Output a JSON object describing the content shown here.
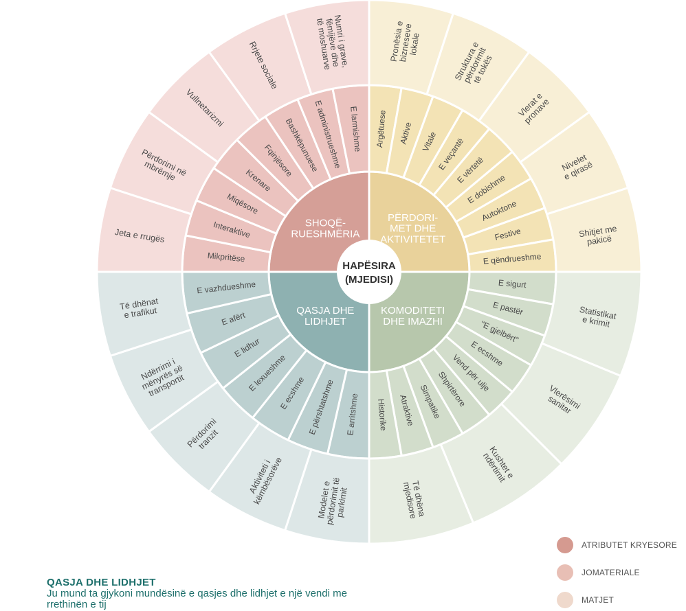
{
  "center": {
    "line1": "HAPËSIRA",
    "line2": "(MJEDISI)"
  },
  "quadrants": [
    {
      "id": "shoqerueshmeria",
      "start": 270,
      "end": 360,
      "colors": {
        "core": "#d59f97",
        "mid": "#ebc3bf",
        "outer": "#f5dddb"
      },
      "core": [
        "SHOQË-",
        "RUESHMËRIA"
      ],
      "middle": [
        "Mikpritëse",
        "Interaktive",
        "Miqësore",
        "Krenare",
        "Fqinjësore",
        "Bashkëpunuese",
        "E administrueshme",
        "E larmishme"
      ],
      "outer": [
        [
          "Jeta e rrugës"
        ],
        [
          "Përdorimi në",
          "mbrëmje"
        ],
        [
          "Vullnetarizmi"
        ],
        [
          "Rrjete sociale"
        ],
        [
          "Numri i grave,",
          "fëmijëve dhe",
          "të moshuarve"
        ]
      ]
    },
    {
      "id": "perdorimet",
      "start": 0,
      "end": 90,
      "colors": {
        "core": "#e9d29b",
        "mid": "#f3e3b5",
        "outer": "#f8efd6"
      },
      "core": [
        "PËRDORI-",
        "MET DHE",
        "AKTIVITETET"
      ],
      "middle": [
        "Argëtuese",
        "Aktive",
        "Vitale",
        "E veçantë",
        "E vërtetë",
        "E dobishme",
        "Autoktone",
        "Festive",
        "E qëndrueshme"
      ],
      "outer": [
        [
          "Pronësia e",
          "bizneseve",
          "lokale"
        ],
        [
          "Struktura e",
          "përdorimit",
          "të tokës"
        ],
        [
          "Vlerat e",
          "pronave"
        ],
        [
          "Nivelet",
          "e qirasë"
        ],
        [
          "Shitjet me",
          "pakicë"
        ]
      ]
    },
    {
      "id": "komoditeti",
      "start": 90,
      "end": 180,
      "colors": {
        "core": "#b7c7ac",
        "mid": "#d2ddcb",
        "outer": "#e7ede2"
      },
      "core": [
        "KOMODITETI",
        "DHE IMAZHI"
      ],
      "middle": [
        "E sigurt",
        "E pastër",
        "\"E gjelbërt\"",
        "E ecshme",
        "Vend për ulje",
        "Shpirtërore",
        "Simpatike",
        "Atraktive",
        "Historike"
      ],
      "outer": [
        [
          "Statistikat",
          "e krimit"
        ],
        [
          "Vlerësimi",
          "sanitar"
        ],
        [
          "Kushtet e",
          "ndërtimit"
        ],
        [
          "Të dhëna",
          "mjedisore"
        ]
      ]
    },
    {
      "id": "qasja",
      "start": 180,
      "end": 270,
      "colors": {
        "core": "#8eb1b1",
        "mid": "#bcd0d0",
        "outer": "#dde7e7"
      },
      "core": [
        "QASJA DHE",
        "LIDHJET"
      ],
      "middle": [
        "E arritshme",
        "E përshtatshme",
        "E ecshme",
        "E lexueshme",
        "E lidhur",
        "E afërt",
        "E vazhdueshme"
      ],
      "outer": [
        [
          "Modelet e",
          "përdorimit të",
          "parkimit"
        ],
        [
          "Aktiviteti i",
          "këmbësorëve"
        ],
        [
          "Përdorimi",
          "tranzit"
        ],
        [
          "Ndërrimi i",
          "mënyrës së",
          "transportit"
        ],
        [
          "Të dhënat",
          "e trafikut"
        ]
      ]
    }
  ],
  "legend": [
    {
      "label": "ATRIBUTET KRYESORE",
      "color": "#d59a90"
    },
    {
      "label": "JOMATERIALE",
      "color": "#e8bfb5"
    },
    {
      "label": "MATJET",
      "color": "#efd9cc"
    }
  ],
  "caption": {
    "title": "QASJA DHE LIDHJET",
    "body": "Ju mund ta gjykoni mundësinë e qasjes dhe lidhjet e një vendi me rrethinën e tij"
  }
}
